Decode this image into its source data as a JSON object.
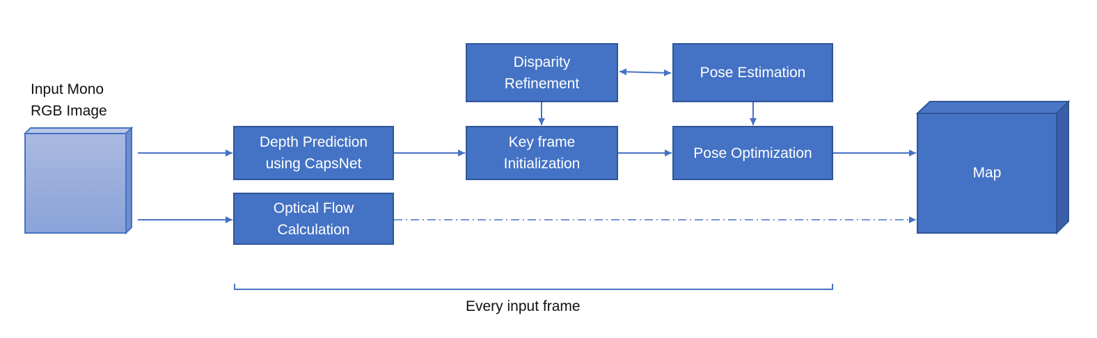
{
  "input": {
    "label": "Input Mono\nRGB Image"
  },
  "boxes": {
    "depth": "Depth Prediction\nusing CapsNet",
    "optical": "Optical Flow\nCalculation",
    "disparity": "Disparity\nRefinement",
    "keyframe": "Key frame\nInitialization",
    "pose_est": "Pose Estimation",
    "pose_opt": "Pose Optimization"
  },
  "map": {
    "label": "Map"
  },
  "bracket": {
    "label": "Every input frame"
  },
  "colors": {
    "box_fill": "#4472c4",
    "box_border": "#2f5597",
    "arrow": "#4472c4",
    "cube_front_top": "#aab9e0",
    "cube_front_bottom": "#8aa3d9"
  }
}
